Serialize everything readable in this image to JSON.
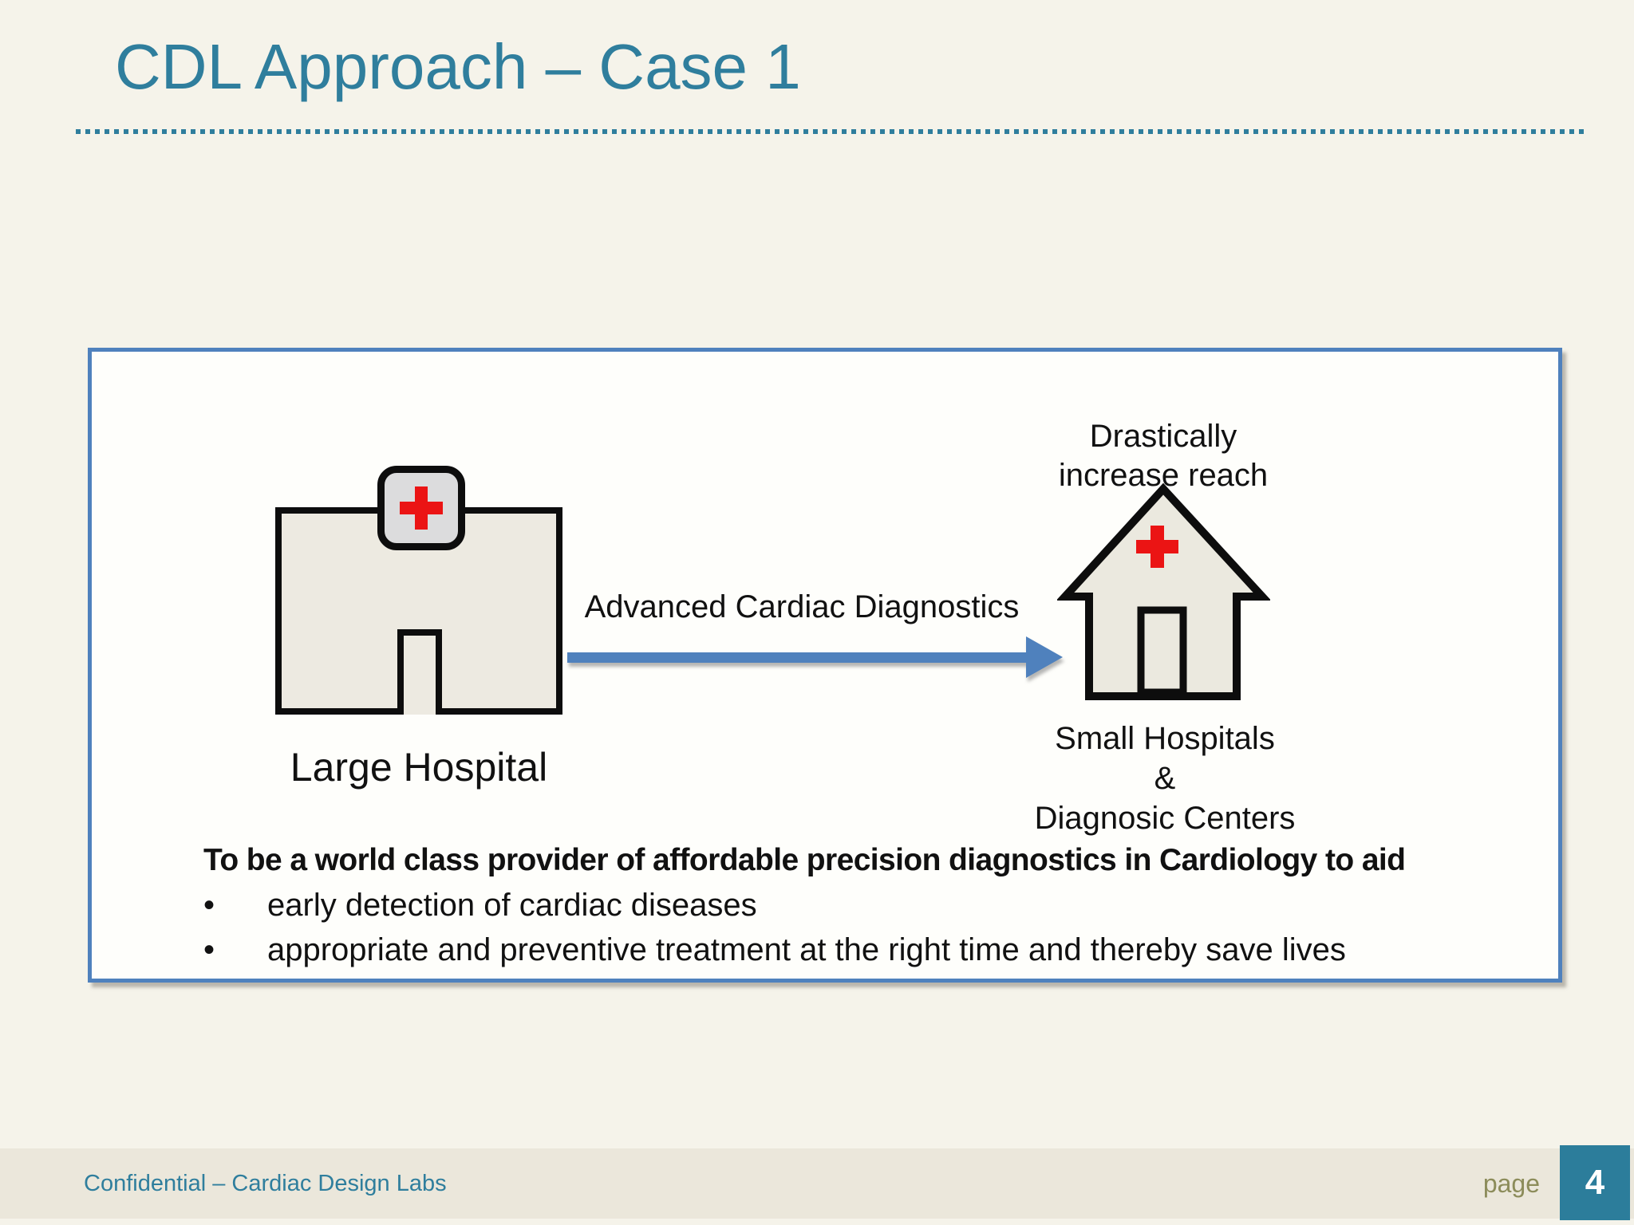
{
  "slide": {
    "title": "CDL Approach – Case 1",
    "footer": {
      "confidential": "Confidential – Cardiac Design Labs",
      "page_label": "page",
      "page_number": "4"
    }
  },
  "diagram": {
    "large_hospital_label": "Large Hospital",
    "arrow_label": "Advanced Cardiac Diagnostics",
    "reach_note": [
      "Drastically",
      "increase reach"
    ],
    "small_hospitals_label": [
      "Small Hospitals",
      "&",
      "Diagnosic Centers"
    ],
    "mission_heading": "To be a world class provider of affordable precision diagnostics in Cardiology to aid",
    "bullet_char": "•",
    "bullets": [
      "early detection of cardiac diseases",
      "appropriate and preventive treatment at the right time and thereby save lives"
    ]
  },
  "colors": {
    "bg": "#F5F3EA",
    "box-bg": "#FEFEFB",
    "teal": "#2F7E9D",
    "accent-blue": "#4F81BD",
    "red": "#EB1414",
    "olive": "#8C8C5A",
    "bar": "#EBE7DB",
    "page-teal": "#2C7D9B"
  }
}
